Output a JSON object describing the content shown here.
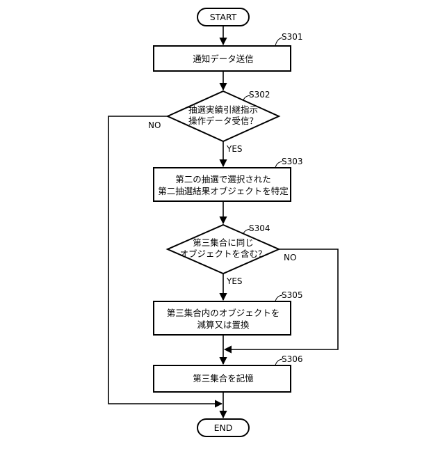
{
  "terminals": {
    "start": "START",
    "end": "END"
  },
  "steps": {
    "s301": {
      "id": "S301",
      "lines": [
        "通知データ送信"
      ]
    },
    "s302": {
      "id": "S302",
      "lines": [
        "抽選実績引継指示",
        "操作データ受信？"
      ]
    },
    "s303": {
      "id": "S303",
      "lines": [
        "第二の抽選で選択された",
        "第二抽選結果オブジェクトを特定"
      ]
    },
    "s304": {
      "id": "S304",
      "lines": [
        "第三集合に同じ",
        "オブジェクトを含む？"
      ]
    },
    "s305": {
      "id": "S305",
      "lines": [
        "第三集合内のオブジェクトを",
        "減算又は置換"
      ]
    },
    "s306": {
      "id": "S306",
      "lines": [
        "第三集合を記憶"
      ]
    }
  },
  "branches": {
    "s302_yes": "YES",
    "s302_no": "NO",
    "s304_yes": "YES",
    "s304_no": "NO"
  }
}
